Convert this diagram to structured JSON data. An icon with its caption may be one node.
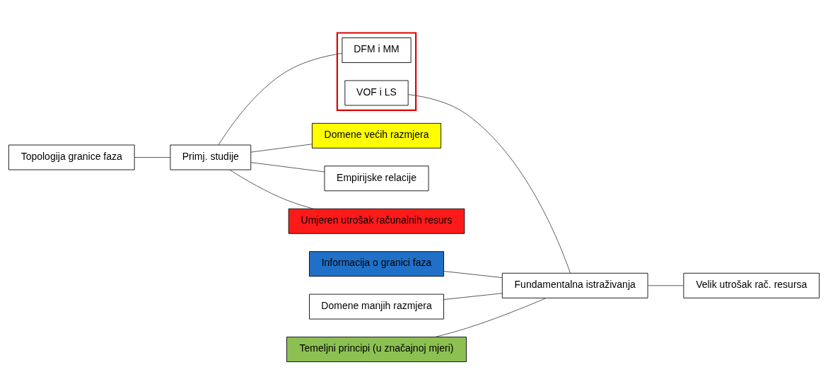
{
  "diagram": {
    "nodes": [
      {
        "text": [
          "Topologija granice faza"
        ]
      },
      {
        "text": [],
        "shape": "box"
      },
      {
        "text": [
          "DFM i MM"
        ],
        "in": 1
      },
      {
        "text": [
          "VOF i LS"
        ],
        "in": 1
      },
      {
        "text": [
          "Informacija o granici faza"
        ]
      },
      {
        "text": [
          "Domene manjih razmjera"
        ]
      },
      {
        "text": [
          "Primj. studije"
        ]
      },
      {
        "text": [
          "Domene većih razmjera"
        ]
      },
      {
        "text": [
          "Fundamentalna istraživanja"
        ]
      },
      {
        "text": [
          "Empirijske relacije"
        ]
      },
      {
        "text": [
          "Temeljni principi (u značajnoj mjeri)"
        ]
      },
      {
        "text": [
          "Velik utrošak rač. resursa"
        ]
      },
      {
        "text": [
          "Umjeren utrošak računalnih resurs"
        ]
      }
    ],
    "edges": [
      {
        "from": 0,
        "to": 6,
        "arrow": "none"
      },
      {
        "from": 6,
        "to": 2,
        "arrow": "none"
      },
      {
        "from": 6,
        "to": 7,
        "arrow": "none"
      },
      {
        "from": 6,
        "to": 9,
        "arrow": "none"
      },
      {
        "from": 6,
        "to": 12,
        "arrow": "none"
      },
      {
        "from": 3,
        "to": 8,
        "arrow": "none"
      },
      {
        "from": 4,
        "to": 8,
        "arrow": "none"
      },
      {
        "from": 5,
        "to": 8,
        "arrow": "none"
      },
      {
        "from": 10,
        "to": 8,
        "arrow": "none"
      },
      {
        "from": 8,
        "to": 11,
        "arrow": "none"
      }
    ]
  }
}
